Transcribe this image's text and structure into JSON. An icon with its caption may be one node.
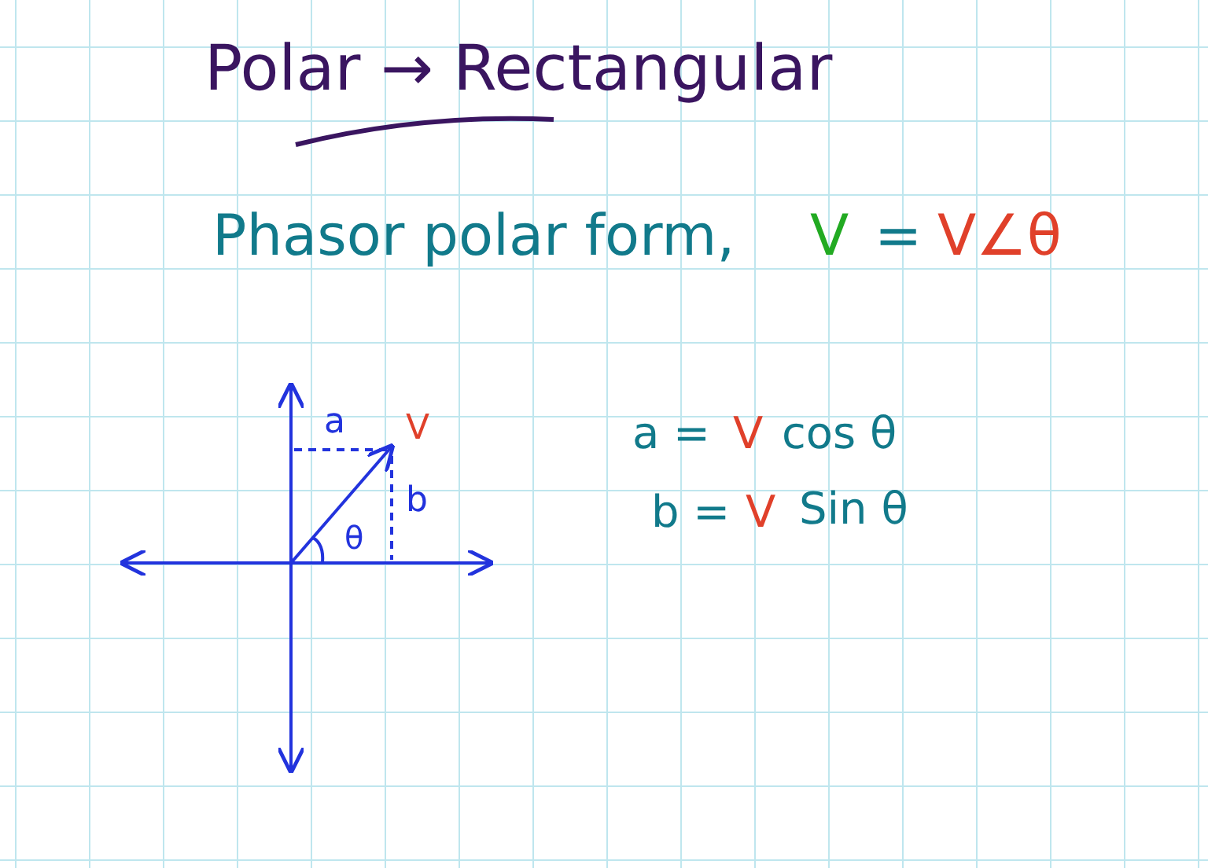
{
  "diagram": {
    "title": "Polar → Rectangular",
    "labels": [
      "Phasor polar form,",
      "V",
      "=",
      "V∠θ",
      "a",
      "V",
      "b",
      "θ",
      "a =",
      "V",
      "cos θ",
      "b =",
      "V",
      "Sin θ"
    ]
  }
}
